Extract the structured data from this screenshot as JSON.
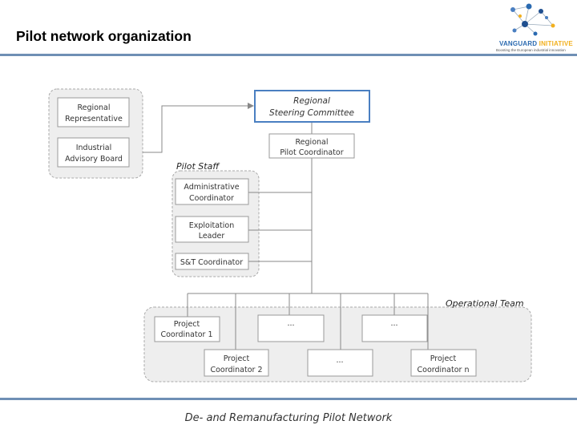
{
  "header": {
    "title": "Pilot network organization",
    "logo": {
      "name_part1": "VANGUARD",
      "name_part2": " INITIATIVE",
      "tagline": "Boosting the European industrial innovation",
      "colors": {
        "primary": "#2a6ab0",
        "accent": "#f2b01e"
      }
    }
  },
  "diagram": {
    "groups": {
      "pilot_staff": "Pilot Staff",
      "operational_team": "Operational Team"
    },
    "boxes": {
      "regional_representative": [
        "Regional",
        "Representative"
      ],
      "industrial_advisory_board": [
        "Industrial",
        "Advisory Board"
      ],
      "regional_steering_committee": [
        "Regional",
        "Steering Committee"
      ],
      "regional_pilot_coordinator": [
        "Regional",
        "Pilot Coordinator"
      ],
      "administrative_coordinator": [
        "Administrative",
        "Coordinator"
      ],
      "exploitation_leader": [
        "Exploitation",
        "Leader"
      ],
      "st_coordinator": [
        "S&T Coordinator"
      ],
      "project_coordinator_1": [
        "Project",
        "Coordinator 1"
      ],
      "ellipsis_top_1": [
        "..."
      ],
      "ellipsis_top_2": [
        "..."
      ],
      "project_coordinator_2": [
        "Project",
        "Coordinator 2"
      ],
      "ellipsis_bottom": [
        "..."
      ],
      "project_coordinator_n": [
        "Project",
        "Coordinator n"
      ]
    }
  },
  "footer": {
    "text": "De- and Remanufacturing Pilot Network"
  }
}
